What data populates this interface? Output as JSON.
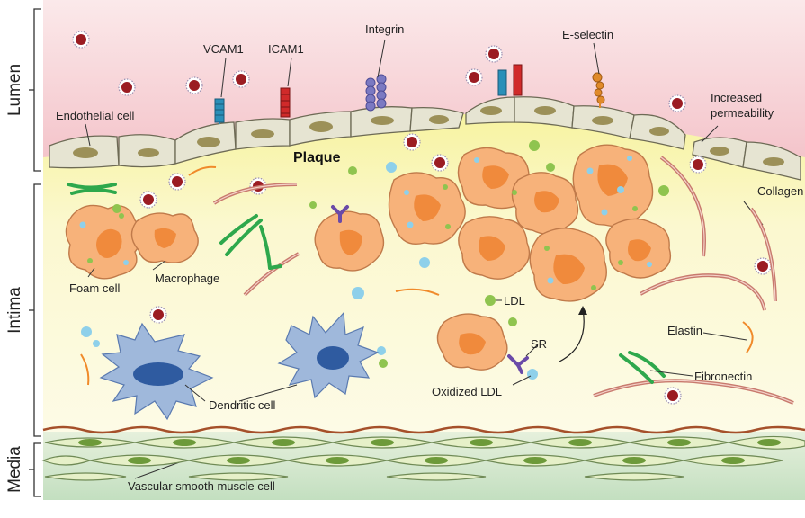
{
  "regions": {
    "lumen": "Lumen",
    "intima": "Intima",
    "media": "Media"
  },
  "labels": {
    "vcam1": "VCAM1",
    "icam1": "ICAM1",
    "integrin": "Integrin",
    "e_selectin": "E-selectin",
    "endothelial_cell": "Endothelial cell",
    "increased_permeability_line1": "Increased",
    "increased_permeability_line2": "permeability",
    "plaque": "Plaque",
    "collagen": "Collagen",
    "foam_cell": "Foam cell",
    "macrophage": "Macrophage",
    "ldl": "LDL",
    "sr": "SR",
    "elastin": "Elastin",
    "oxidized_ldl": "Oxidized LDL",
    "fibronectin": "Fibronectin",
    "dendritic_cell": "Dendritic cell",
    "vascular_smooth_muscle_cell": "Vascular smooth muscle cell"
  },
  "colors": {
    "lumen_bg": "#f4c6cc",
    "intima_bg": "#fbf6c2",
    "media_bg": "#cfe6c8",
    "endothelial": "#e4e2cf",
    "nucleus": "#9c9058",
    "macrophage": "#f7b27a",
    "macrophage_nucleus": "#f08a3c",
    "dendritic": "#9fb8db",
    "dendritic_nucleus": "#2f5ba0",
    "smooth_muscle": "#e6f0c8",
    "smooth_muscle_nucleus": "#6d9a3a",
    "ldl": "#8fc44f",
    "oxldl": "#8ed0ea",
    "lipoprotein": "#8b1a1a",
    "collagen": "#c87a6e",
    "fibronectin": "#2ea84c",
    "vcam": "#2a8fb8",
    "icam": "#d02a2a",
    "integrin": "#7b79c2",
    "selectin": "#e08a2a",
    "sr": "#6a4aa8"
  }
}
